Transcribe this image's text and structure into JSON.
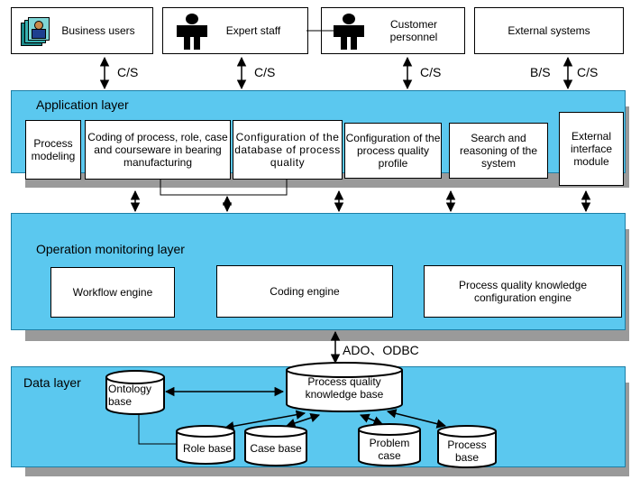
{
  "actors": {
    "business_users": "Business users",
    "expert_staff": "Expert staff",
    "customer_personnel": "Customer personnel",
    "external_systems": "External systems"
  },
  "protocols": {
    "cs1": "C/S",
    "cs2": "C/S",
    "cs3": "C/S",
    "bs": "B/S",
    "cs4": "C/S",
    "ado": "ADO、ODBC"
  },
  "application_layer": {
    "title": "Application layer",
    "modules": {
      "process_modeling": "Process modeling",
      "coding": "Coding of process, role, case and courseware in bearing manufacturing",
      "configuration_db": "Configuration of the database of process quality",
      "configuration_profile": "Configuration of the process quality profile",
      "search_reasoning": "Search and reasoning of the system",
      "external_interface": "External interface module"
    }
  },
  "operation_layer": {
    "title": "Operation monitoring layer",
    "engines": {
      "workflow": "Workflow engine",
      "coding": "Coding engine",
      "pq_config": "Process quality knowledge configuration engine"
    }
  },
  "data_layer": {
    "title": "Data layer",
    "stores": {
      "pq_kb": "Process quality knowledge base",
      "ontology": "Ontology base",
      "role": "Role base",
      "case": "Case base",
      "problem_case": "Problem case",
      "process": "Process base"
    }
  },
  "colors": {
    "layer_fill": "#5bc8ef",
    "shadow": "#9a9a9a"
  }
}
